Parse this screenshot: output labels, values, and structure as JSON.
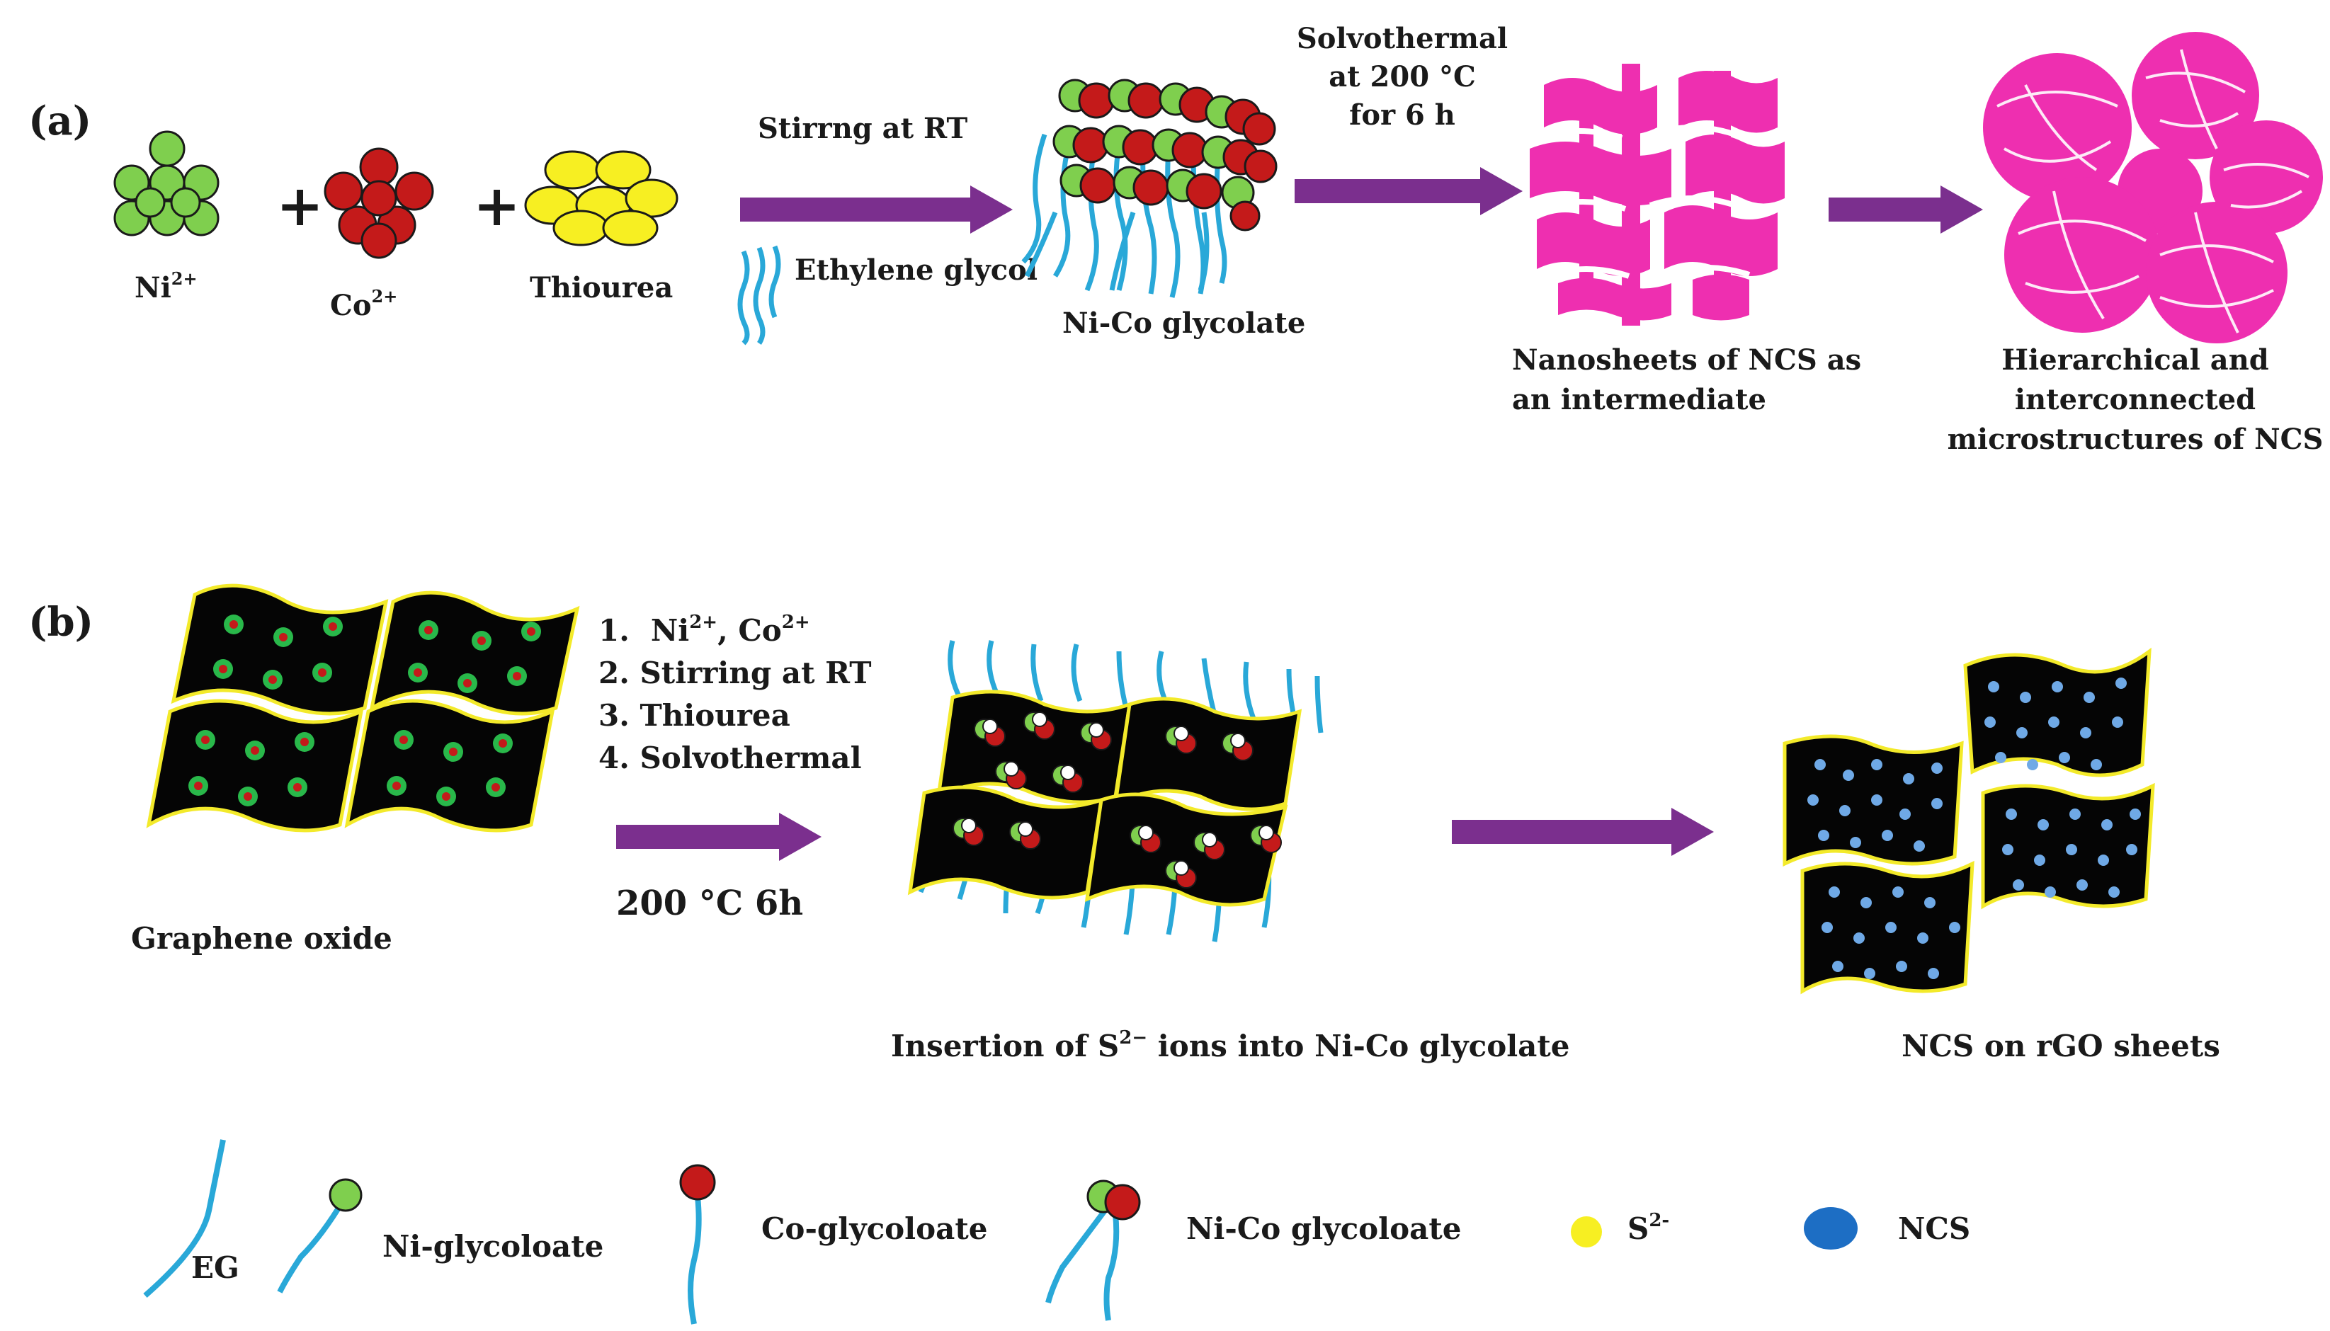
{
  "panel_a": {
    "label": "(a)",
    "ni_label": "Ni",
    "ni_charge": "2+",
    "co_label": "Co",
    "co_charge": "2+",
    "thiourea_label": "Thiourea",
    "plus": "+",
    "stirring": "Stirrng at RT",
    "ethylene_glycol": "Ethylene glycol",
    "glycolate": "Ni-Co glycolate",
    "solvo_line1": "Solvothermal",
    "solvo_line2": "at 200 °C",
    "solvo_line3": "for 6 h",
    "nanosheets_line1": "Nanosheets of NCS as",
    "nanosheets_line2": "an intermediate",
    "hier_line1": "Hierarchical and",
    "hier_line2": "interconnected",
    "hier_line3": "microstructures of NCS"
  },
  "panel_b": {
    "label": "(b)",
    "graphene_oxide": "Graphene oxide",
    "step1_num": "1.",
    "step1_text": "Ni",
    "step1_charge1": "2+",
    "step1_mid": ", Co",
    "step1_charge2": "2+",
    "step2": "2.   Stirring at RT",
    "step3": "3. Thiourea",
    "step4": "4. Solvothermal",
    "condition": "200 °C 6h",
    "insertion_pre": "Insertion of S",
    "insertion_charge": "2−",
    "insertion_post": " ions into Ni-Co  glycolate",
    "ncs_on_rgo": "NCS on rGO sheets"
  },
  "legend": {
    "eg": "EG",
    "ni_glycoloate": "Ni-glycoloate",
    "co_glycoloate": "Co-glycoloate",
    "nico_glycoloate": "Ni-Co glycoloate",
    "s_label": "S",
    "s_charge": "2-",
    "ncs": "NCS"
  },
  "colors": {
    "nickel_green": "#7fcf4e",
    "cobalt_red": "#c41a1a",
    "thiourea_yellow": "#f7ef22",
    "arrow_purple": "#7b2f8e",
    "chain_blue": "#29a8d8",
    "ncs_pink": "#ee2fb0",
    "sheet_black": "#050505",
    "sheet_border": "#f3ea2a",
    "ncs_blue": "#1d6ec4"
  }
}
